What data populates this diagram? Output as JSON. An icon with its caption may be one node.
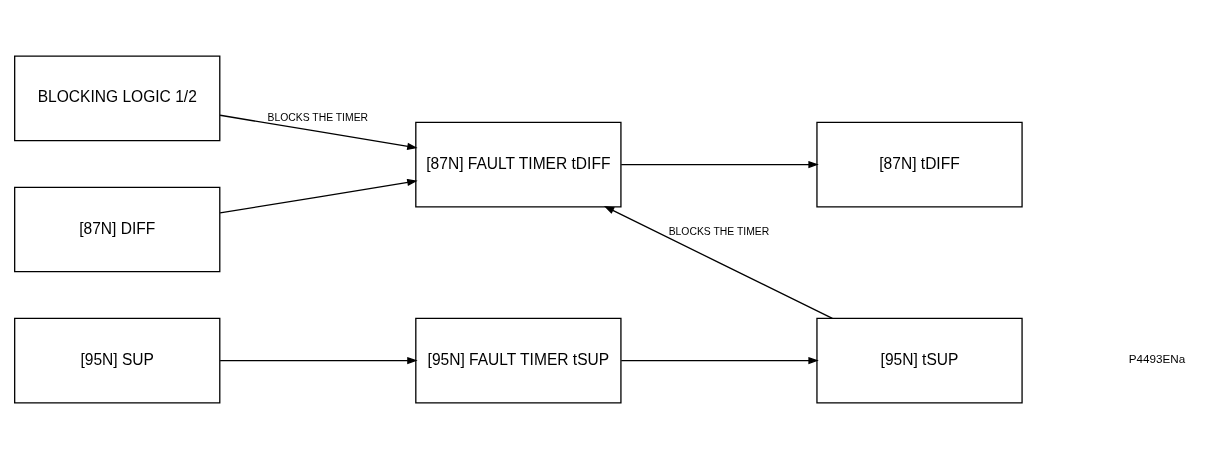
{
  "diagram": {
    "nodes": [
      {
        "text": [
          "[87N] DIFF"
        ]
      },
      {
        "text": [
          "BLOCKING LOGIC 1/2"
        ]
      },
      {
        "text": [
          "[87N] FAULT TIMER tDIFF"
        ]
      },
      {
        "text": [
          "[87N] tDIFF"
        ]
      },
      {
        "text": [
          "[95N] SUP"
        ]
      },
      {
        "text": [
          "[95N] FAULT TIMER tSUP"
        ]
      },
      {
        "text": [
          "[95N] tSUP"
        ]
      }
    ],
    "edges": [
      {
        "from": 0,
        "to": 2,
        "arrow": "to"
      },
      {
        "from": 1,
        "to": 2,
        "arrow": "to",
        "label": "BLOCKS THE TIMER"
      },
      {
        "from": 2,
        "to": 3,
        "arrow": "to"
      },
      {
        "from": 6,
        "to": 2,
        "arrow": "to",
        "label": "BLOCKS THE TIMER"
      },
      {
        "from": 4,
        "to": 5,
        "arrow": "to"
      },
      {
        "from": 5,
        "to": 6,
        "arrow": "to"
      }
    ],
    "labels": [
      "P4493ENa"
    ]
  }
}
